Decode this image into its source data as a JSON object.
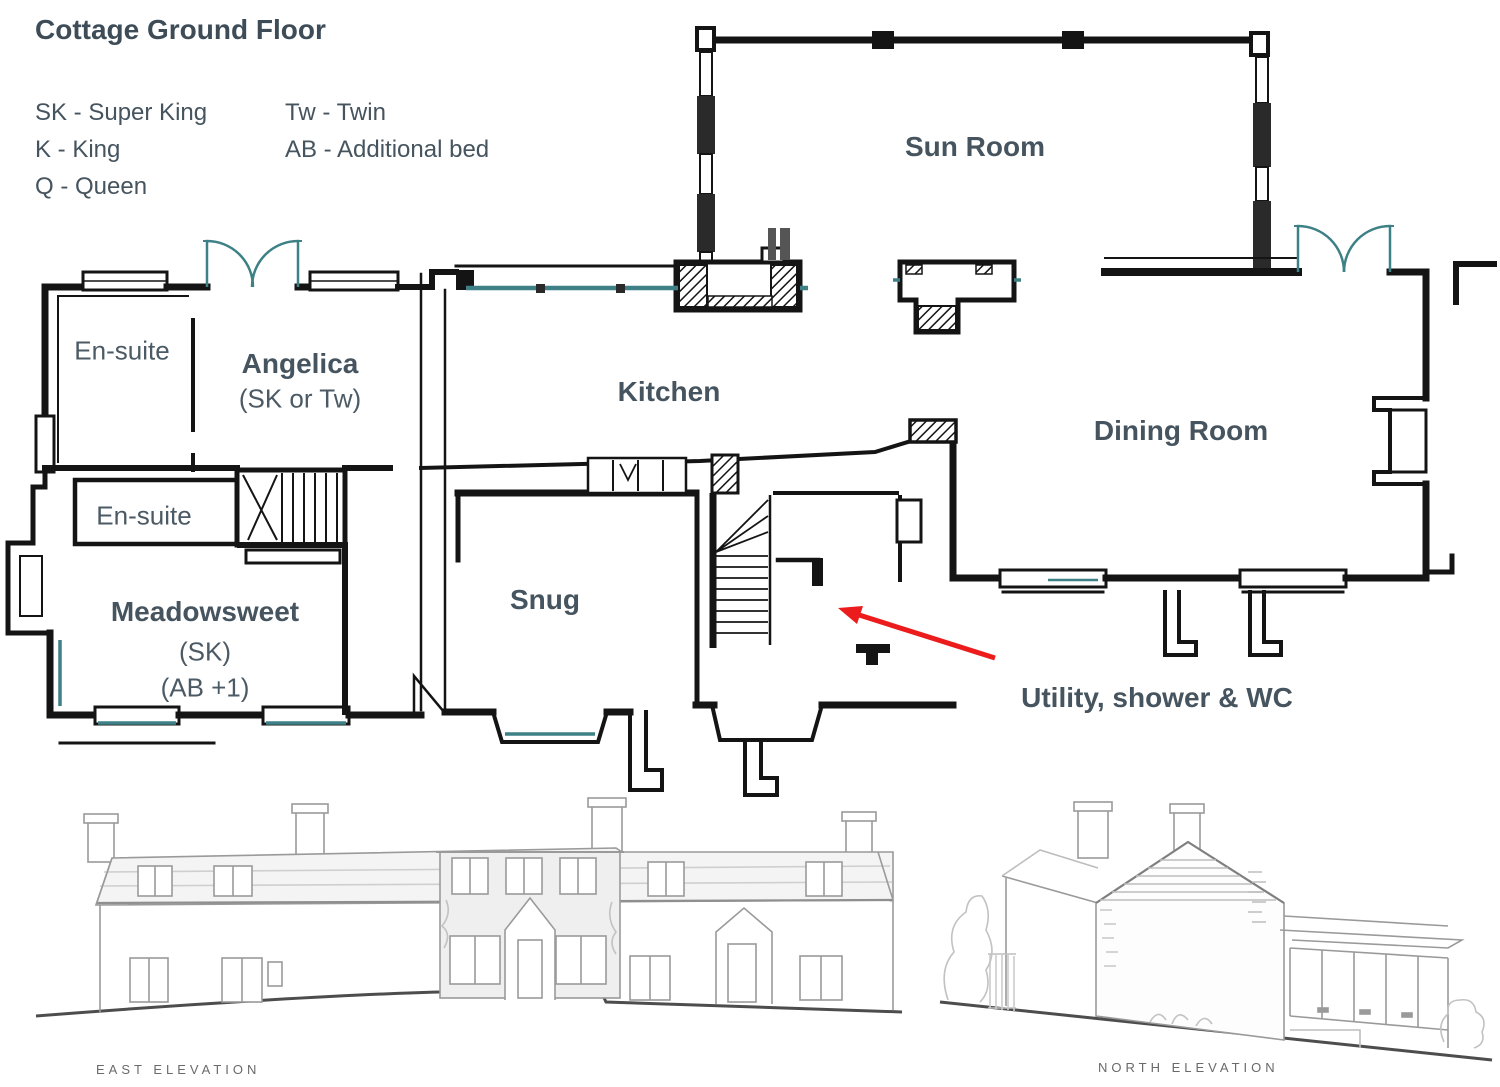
{
  "title": "Cottage Ground Floor",
  "legend": {
    "column1": [
      "SK - Super King",
      "K - King",
      "Q - Queen"
    ],
    "column2": [
      "Tw - Twin",
      "AB - Additional bed"
    ]
  },
  "rooms": {
    "sun_room": {
      "label": "Sun Room"
    },
    "ensuite_top": {
      "label": "En-suite"
    },
    "angelica": {
      "label": "Angelica",
      "sub": "(SK or Tw)"
    },
    "kitchen": {
      "label": "Kitchen"
    },
    "dining_room": {
      "label": "Dining Room"
    },
    "ensuite_lower": {
      "label": "En-suite"
    },
    "meadowsweet": {
      "label": "Meadowsweet",
      "sub1": "(SK)",
      "sub2": "(AB +1)"
    },
    "snug": {
      "label": "Snug"
    },
    "utility": {
      "label": "Utility, shower & WC"
    }
  },
  "elevations": {
    "east_caption": "EAST  ELEVATION",
    "north_caption": "NORTH  ELEVATION"
  },
  "colors": {
    "wall": "#141414",
    "window_teal": "#3d8187",
    "arrow_red": "#ed1c1c",
    "label_text": "#45545e",
    "elevation_line": "#8f8f8f"
  }
}
